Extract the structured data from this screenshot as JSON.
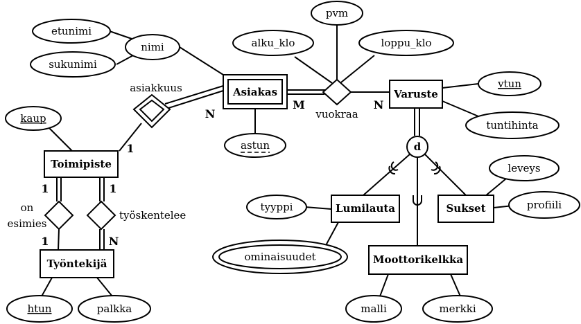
{
  "entities": {
    "asiakas": "Asiakas",
    "varuste": "Varuste",
    "toimipiste": "Toimipiste",
    "tyontekija": "Työntekijä",
    "lumilauta": "Lumilauta",
    "sukset": "Sukset",
    "moottorikelkka": "Moottorikelkka"
  },
  "attributes": {
    "etunimi": "etunimi",
    "sukunimi": "sukunimi",
    "nimi": "nimi",
    "pvm": "pvm",
    "alku_klo": "alku_klo",
    "loppu_klo": "loppu_klo",
    "vtun": "vtun",
    "tuntihinta": "tuntihinta",
    "astun": "astun",
    "kaup": "kaup",
    "leveys": "leveys",
    "profiili": "profiili",
    "tyyppi": "tyyppi",
    "ominaisuudet": "ominaisuudet",
    "htun": "htun",
    "palkka": "palkka",
    "malli": "malli",
    "merkki": "merkki"
  },
  "relationships": {
    "asiakkuus": "asiakkuus",
    "vuokraa": "vuokraa",
    "on_esimies_line1": "on",
    "on_esimies_line2": "esimies",
    "tyoskentelee": "työskentelee"
  },
  "cardinalities": {
    "asiakkuus_asiakas": "N",
    "asiakkuus_toimipiste": "1",
    "vuokraa_asiakas": "M",
    "vuokraa_varuste": "N",
    "esimies_top": "1",
    "esimies_bottom": "1",
    "tyoskentelee_top": "1",
    "tyoskentelee_bottom": "N"
  },
  "specialization": {
    "disjoint_symbol": "d"
  }
}
